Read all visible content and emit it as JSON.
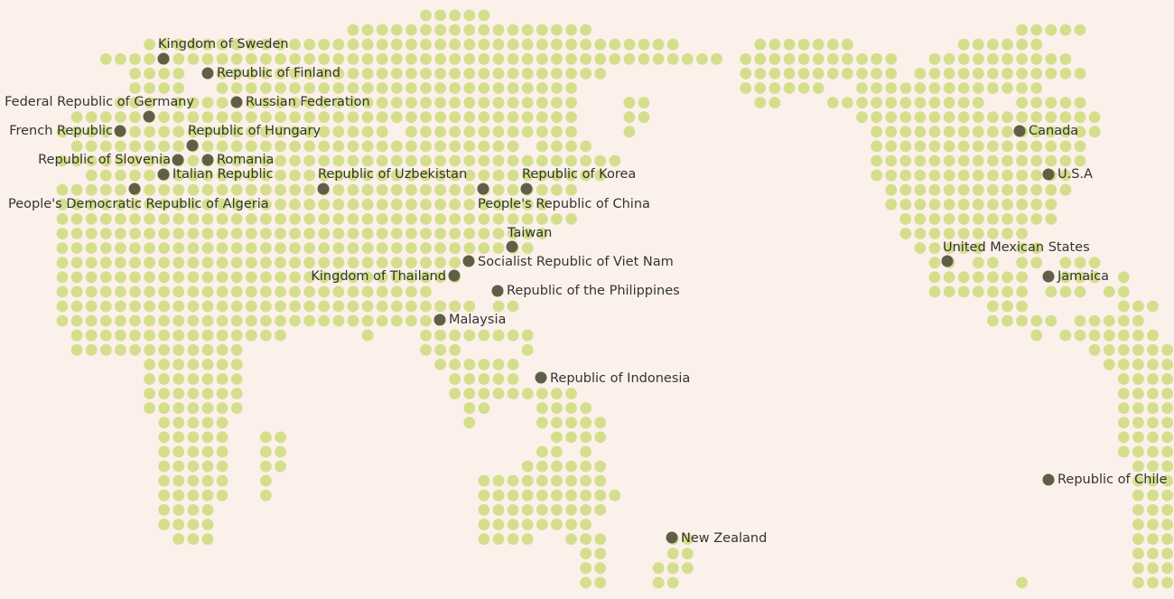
{
  "colors": {
    "background": "#fcf0ea",
    "land_dot": "#d3df8c",
    "location_marker": "#5f5f47",
    "label_text": "#333333"
  },
  "locations": [
    {
      "id": "sweden",
      "name": "Kingdom of Sweden"
    },
    {
      "id": "finland",
      "name": "Republic of Finland"
    },
    {
      "id": "germany",
      "name": "Federal Republic of Germany"
    },
    {
      "id": "russia",
      "name": "Russian Federation"
    },
    {
      "id": "france",
      "name": "French Republic"
    },
    {
      "id": "hungary",
      "name": "Republic of Hungary"
    },
    {
      "id": "slovenia",
      "name": "Republic of Slovenia"
    },
    {
      "id": "romania",
      "name": "Romania"
    },
    {
      "id": "italy",
      "name": "Italian Republic"
    },
    {
      "id": "uzbekistan",
      "name": "Republic of Uzbekistan"
    },
    {
      "id": "korea",
      "name": "Republic of Korea"
    },
    {
      "id": "algeria",
      "name": "People's Democratic Republic of Algeria"
    },
    {
      "id": "china",
      "name": "People's Republic of China"
    },
    {
      "id": "taiwan",
      "name": "Taiwan"
    },
    {
      "id": "vietnam",
      "name": "Socialist Republic of Viet Nam"
    },
    {
      "id": "thailand",
      "name": "Kingdom of Thailand"
    },
    {
      "id": "philippines",
      "name": "Republic of the Philippines"
    },
    {
      "id": "malaysia",
      "name": "Malaysia"
    },
    {
      "id": "indonesia",
      "name": "Republic of Indonesia"
    },
    {
      "id": "new-zealand",
      "name": "New Zealand"
    },
    {
      "id": "canada",
      "name": "Canada"
    },
    {
      "id": "usa",
      "name": "U.S.A"
    },
    {
      "id": "mexico",
      "name": "United Mexican States"
    },
    {
      "id": "jamaica",
      "name": "Jamaica"
    },
    {
      "id": "chile",
      "name": "Republic of Chile"
    }
  ]
}
